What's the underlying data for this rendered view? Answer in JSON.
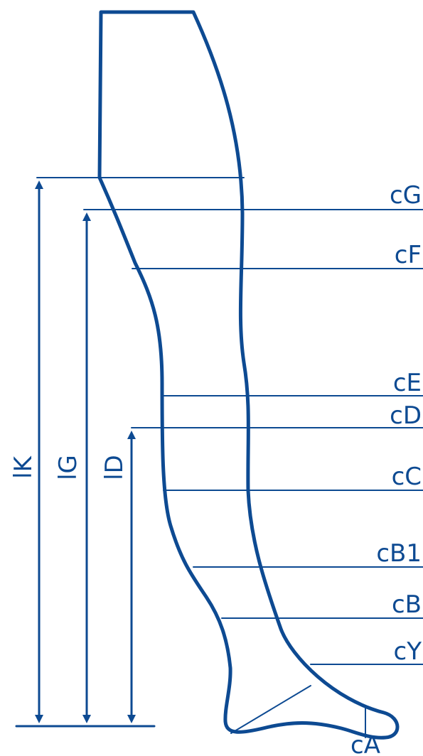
{
  "diagram": {
    "color": "#0d4a92",
    "circumference_labels": [
      "cG",
      "cF",
      "cE",
      "cD",
      "cC",
      "cB1",
      "cB",
      "cY",
      "cA"
    ],
    "length_labels": [
      "lK",
      "lG",
      "lD"
    ]
  }
}
